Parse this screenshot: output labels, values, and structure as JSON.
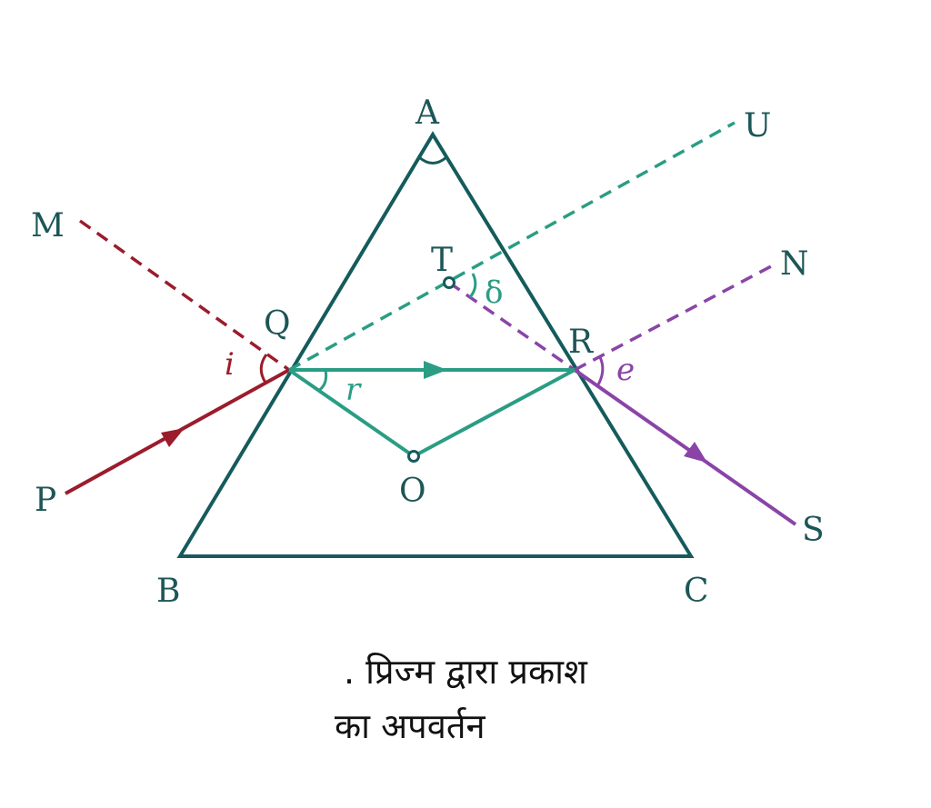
{
  "colors": {
    "prism": "#155b5c",
    "ray_inside": "#2a9d84",
    "ray_incident": "#9b1c2c",
    "ray_emergent": "#8a44a8"
  },
  "points": {
    "A": "A",
    "B": "B",
    "C": "C",
    "P": "P",
    "Q": "Q",
    "R": "R",
    "S": "S",
    "M": "M",
    "N": "N",
    "T": "T",
    "U": "U",
    "O": "O"
  },
  "angles": {
    "incidence": "i",
    "refraction": "r",
    "emergence": "e",
    "deviation": "δ"
  },
  "caption": {
    "line1": ". प्रिज्म द्वारा प्रकाश",
    "line2": "का अपवर्तन"
  }
}
